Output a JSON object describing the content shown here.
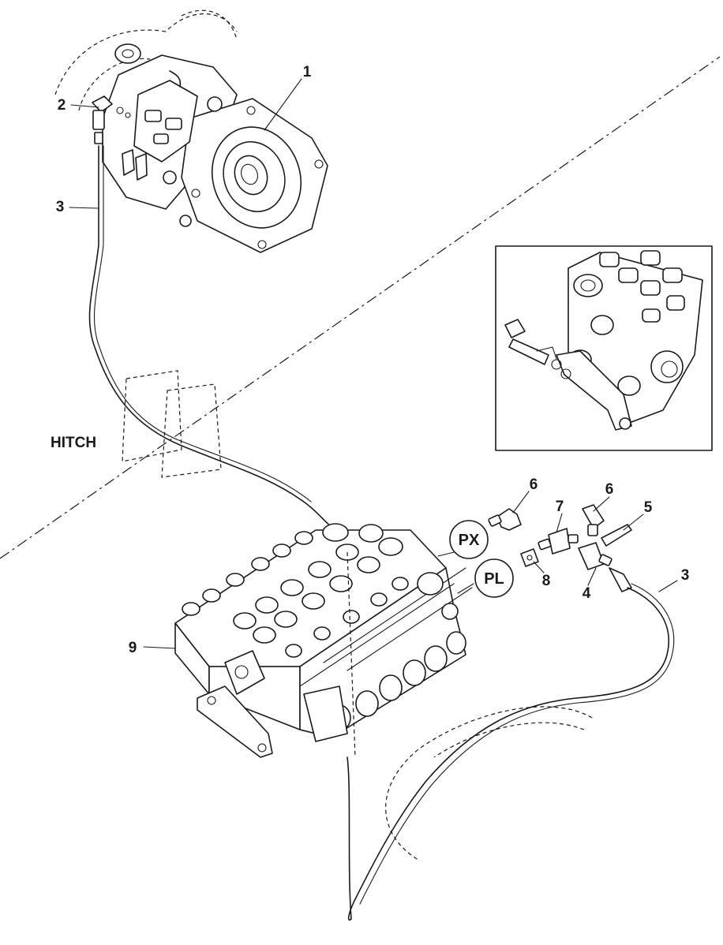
{
  "callouts": [
    {
      "id": "c1",
      "label": "1"
    },
    {
      "id": "c2",
      "label": "2"
    },
    {
      "id": "c3a",
      "label": "3"
    },
    {
      "id": "c3b",
      "label": "3"
    },
    {
      "id": "c4",
      "label": "4"
    },
    {
      "id": "c5",
      "label": "5"
    },
    {
      "id": "c6a",
      "label": "6"
    },
    {
      "id": "c6b",
      "label": "6"
    },
    {
      "id": "c7",
      "label": "7"
    },
    {
      "id": "c8",
      "label": "8"
    },
    {
      "id": "c9",
      "label": "9"
    }
  ],
  "region_label": "HITCH",
  "ports": [
    {
      "id": "px",
      "label": "PX"
    },
    {
      "id": "pl",
      "label": "PL"
    }
  ]
}
